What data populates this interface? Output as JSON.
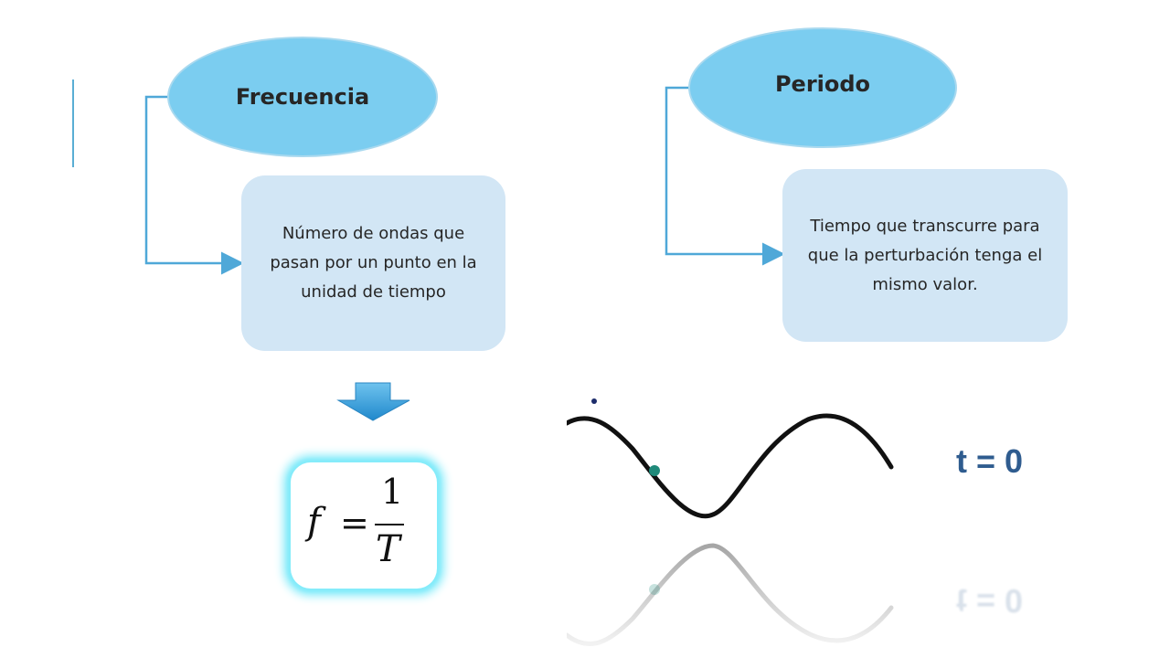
{
  "left_concept": {
    "title": "Frecuencia",
    "description": "Número de ondas que pasan por un punto en la unidad de tiempo"
  },
  "right_concept": {
    "title": "Periodo",
    "description": "Tiempo que transcurre para que la perturbación tenga el mismo valor."
  },
  "formula": {
    "lhs": "f",
    "equals": "=",
    "numerator": "1",
    "denominator": "T"
  },
  "wave_panel": {
    "time_label": "t = 0"
  },
  "colors": {
    "ellipse_fill": "#7bcdf0",
    "box_fill": "#d2e6f5",
    "connector": "#4fa8d8",
    "arrow": "#2e9ad8",
    "formula_glow": "#86ecfa",
    "time_label": "#2f5c8f",
    "wave_point": "#1f8a7a"
  }
}
